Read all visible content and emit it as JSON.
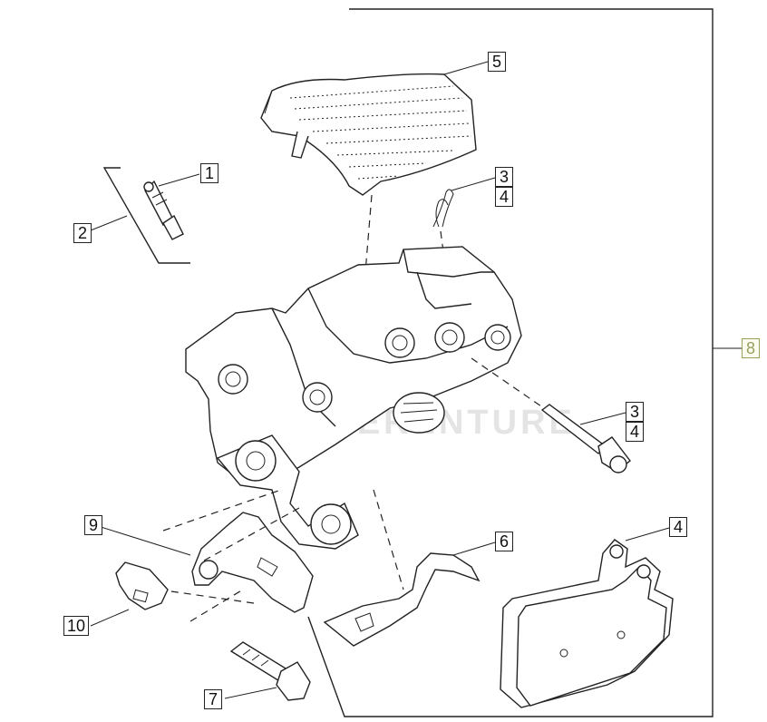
{
  "diagram": {
    "callouts": {
      "c1": "1",
      "c2": "2",
      "c3a": "3",
      "c4a": "4",
      "c3b": "3",
      "c4b": "4",
      "c4c": "4",
      "c5": "5",
      "c6": "6",
      "c7": "7",
      "c8": "8",
      "c9": "9",
      "c10": "10"
    },
    "watermark": "LEATHERENTURE",
    "colors": {
      "line": "#222222",
      "kit_callout": "#9aa060"
    }
  }
}
